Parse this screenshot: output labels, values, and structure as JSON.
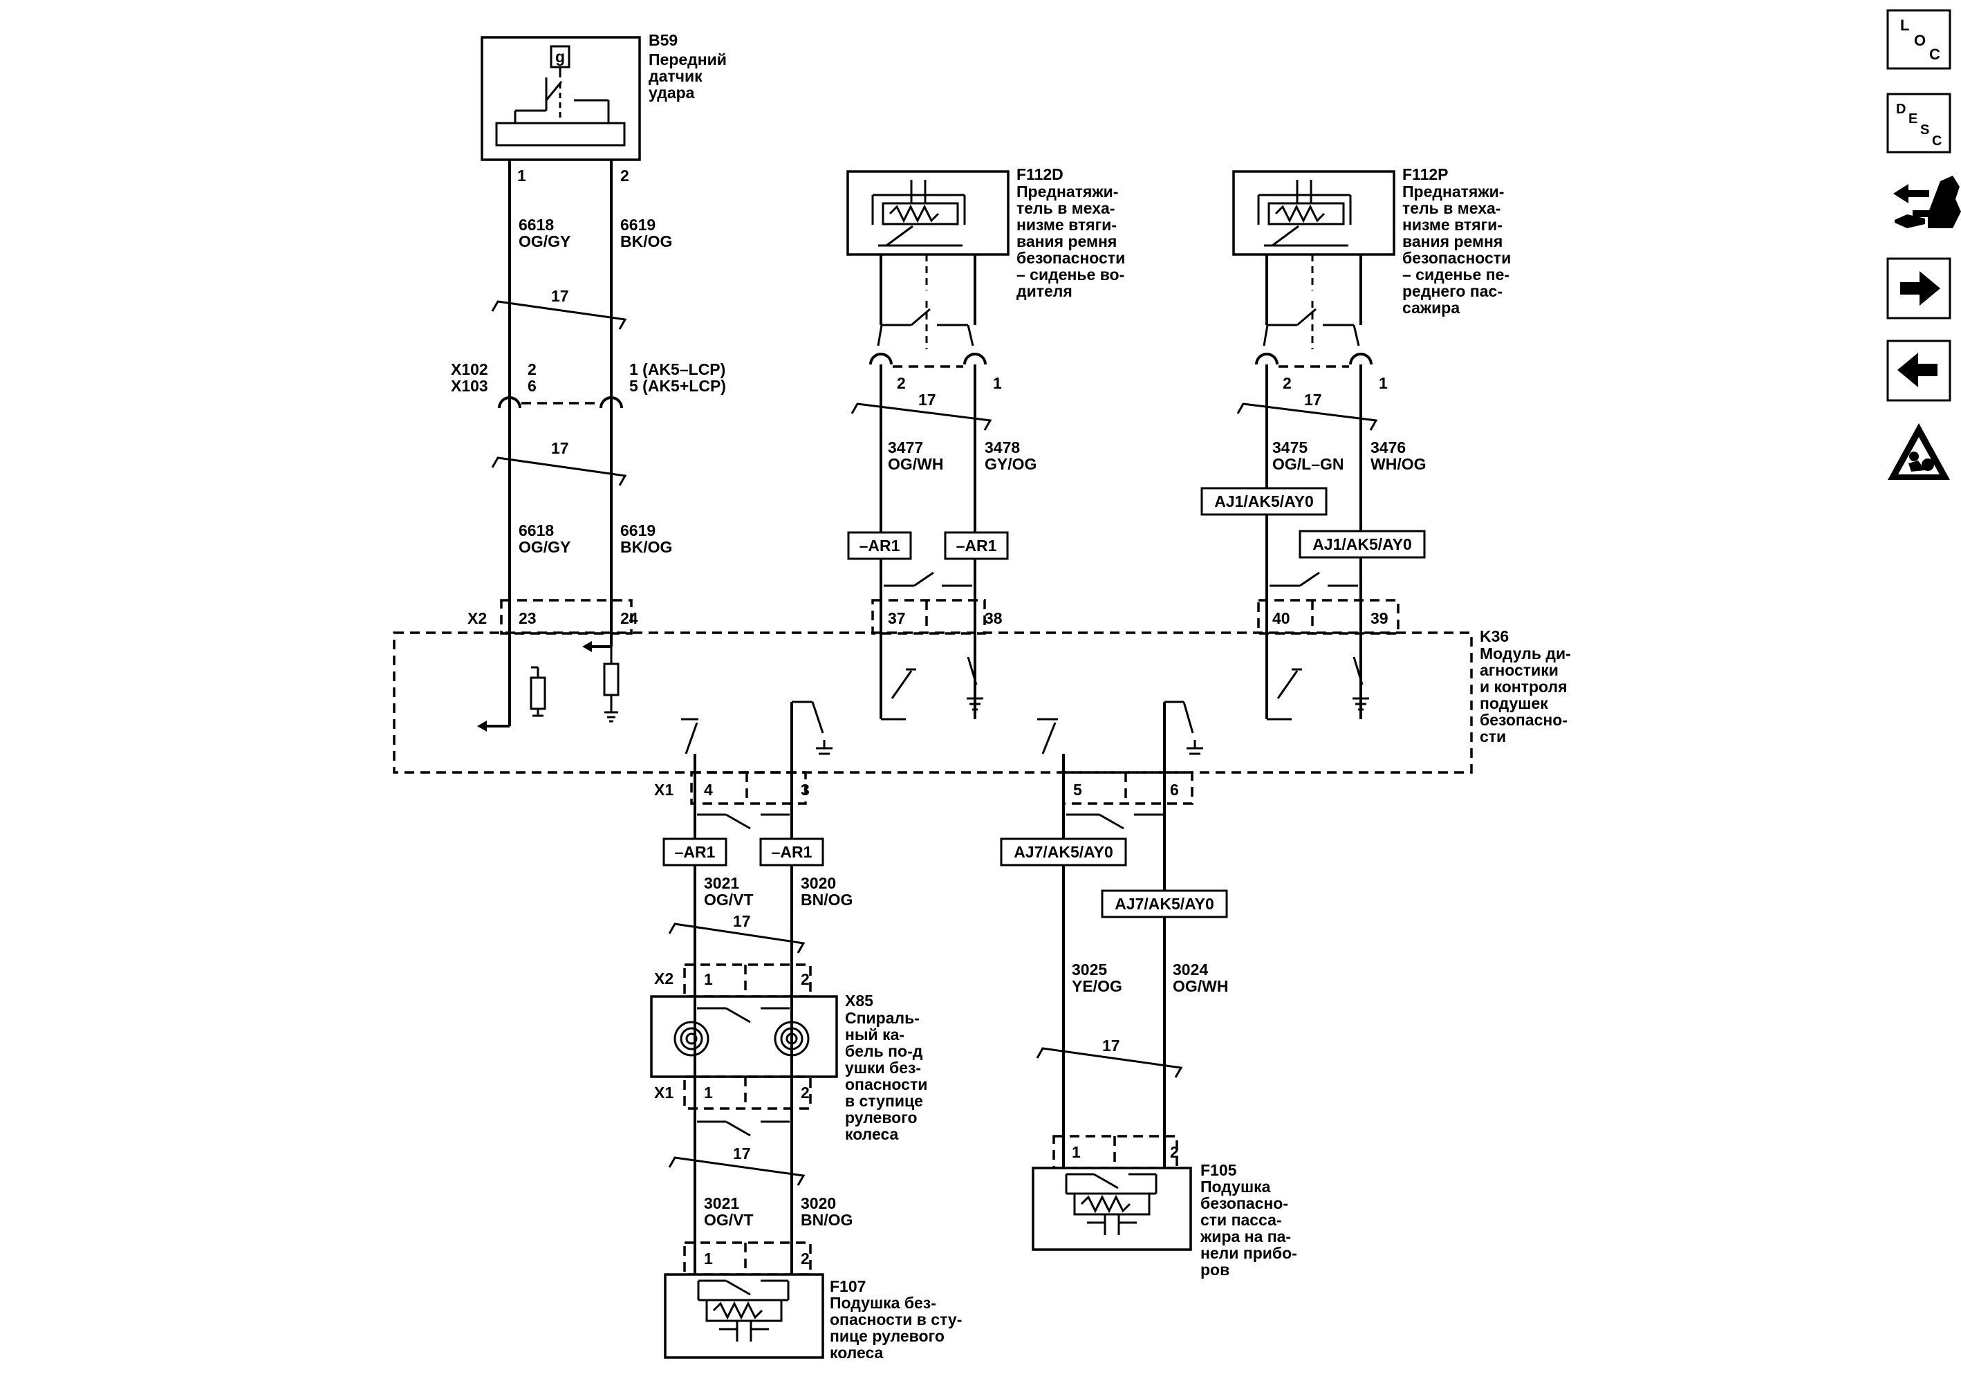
{
  "components": {
    "b59": {
      "id": "B59",
      "name": [
        "Передний",
        "датчик",
        "удара"
      ],
      "pin1": "1",
      "pin2": "2",
      "sensor_symbol": "g"
    },
    "f112d": {
      "id": "F112D",
      "name": [
        "Преднатяжи-",
        "тель в меха-",
        "низме втяги-",
        "вания ремня",
        "безопасности",
        "– сиденье во-",
        "дителя"
      ],
      "pin_left": "2",
      "pin_right": "1"
    },
    "f112p": {
      "id": "F112P",
      "name": [
        "Преднатяжи-",
        "тель в меха-",
        "низме втяги-",
        "вания ремня",
        "безопасности",
        "– сиденье пе-",
        "реднего пас-",
        "сажира"
      ],
      "pin_left": "2",
      "pin_right": "1"
    },
    "k36": {
      "id": "K36",
      "name": [
        "Модуль ди-",
        "агностики",
        "и контроля",
        "подушек",
        "безопасно-",
        "сти"
      ]
    },
    "x85": {
      "id": "X85",
      "name": [
        "Спираль-",
        "ный ка-",
        "бель по-д",
        "ушки без-",
        "опасности",
        "в ступице",
        "рулевого",
        "колеса"
      ]
    },
    "f107": {
      "id": "F107",
      "name": [
        "Подушка без-",
        "опасности в сту-",
        "пице рулевого",
        "колеса"
      ]
    },
    "f105": {
      "id": "F105",
      "name": [
        "Подушка",
        "безопасно-",
        "сти пасса-",
        "жира на па-",
        "нели прибо-",
        "ров"
      ]
    }
  },
  "connectors": {
    "x102": "X102",
    "x103": "X103",
    "x102_pin_a": "2",
    "x103_pin_a": "6",
    "x102_pin_b": "1 (AK5–LCP)",
    "x103_pin_b": "5 (AK5+LCP)",
    "k36_x2": "X2",
    "k36_x1": "X1",
    "x85_x2": "X2",
    "x85_x1": "X1",
    "k36_x2_pins": [
      "23",
      "24",
      "37",
      "38",
      "40",
      "39"
    ],
    "k36_x1_pins": [
      "4",
      "3",
      "5",
      "6"
    ],
    "x85_x2_pins": [
      "1",
      "2"
    ],
    "x85_x1_pins": [
      "1",
      "2"
    ],
    "f107_pins": [
      "1",
      "2"
    ],
    "f105_pins": [
      "1",
      "2"
    ]
  },
  "wires": {
    "w6618_top": {
      "num": "6618",
      "color": "OG/GY"
    },
    "w6619_top": {
      "num": "6619",
      "color": "BK/OG"
    },
    "w6618_bot": {
      "num": "6618",
      "color": "OG/GY"
    },
    "w6619_bot": {
      "num": "6619",
      "color": "BK/OG"
    },
    "w3477": {
      "num": "3477",
      "color": "OG/WH"
    },
    "w3478": {
      "num": "3478",
      "color": "GY/OG"
    },
    "w3475": {
      "num": "3475",
      "color": "OG/L–GN"
    },
    "w3476": {
      "num": "3476",
      "color": "WH/OG"
    },
    "w3021_a": {
      "num": "3021",
      "color": "OG/VT"
    },
    "w3020_a": {
      "num": "3020",
      "color": "BN/OG"
    },
    "w3021_b": {
      "num": "3021",
      "color": "OG/VT"
    },
    "w3020_b": {
      "num": "3020",
      "color": "BN/OG"
    },
    "w3025": {
      "num": "3025",
      "color": "YE/OG"
    },
    "w3024": {
      "num": "3024",
      "color": "OG/WH"
    }
  },
  "twist_labels": [
    "17",
    "17",
    "17",
    "17",
    "17",
    "17",
    "17"
  ],
  "options": {
    "ar1": "–AR1",
    "aj1": "AJ1/AK5/AY0",
    "aj7": "AJ7/AK5/AY0"
  },
  "nav": {
    "loc": {
      "a": "L",
      "b": "O",
      "c": "C"
    },
    "desc": {
      "a": "D",
      "b": "E",
      "c": "S",
      "d": "C"
    }
  }
}
